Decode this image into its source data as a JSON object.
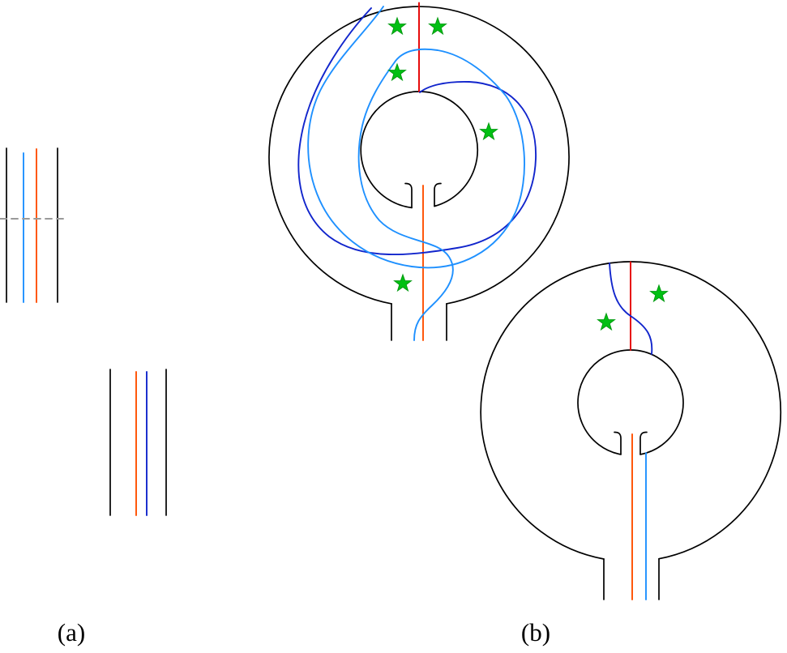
{
  "panel_labels": {
    "a": "(a)",
    "b": "(b)"
  },
  "colors": {
    "boundary": "#000000",
    "red_arc": "#e60000",
    "orange_arc": "#ff5000",
    "blue_arc": "#1125cc",
    "light_blue_arc": "#1e90ff",
    "star_fill": "#00c013",
    "star_edge": "#009a0f",
    "dashed_cut": "#9a9a9a"
  },
  "marked_point_transforms": {
    "top_annulus": [
      "translate(490,33)",
      "translate(540,33)",
      "translate(490,90)",
      "translate(603,163)",
      "translate(497,350)"
    ],
    "bottom_annulus": [
      "translate(748,398)",
      "translate(813,363)"
    ]
  },
  "counts": {
    "top_annulus_marked_points": "5",
    "bottom_annulus_marked_points": "2"
  }
}
